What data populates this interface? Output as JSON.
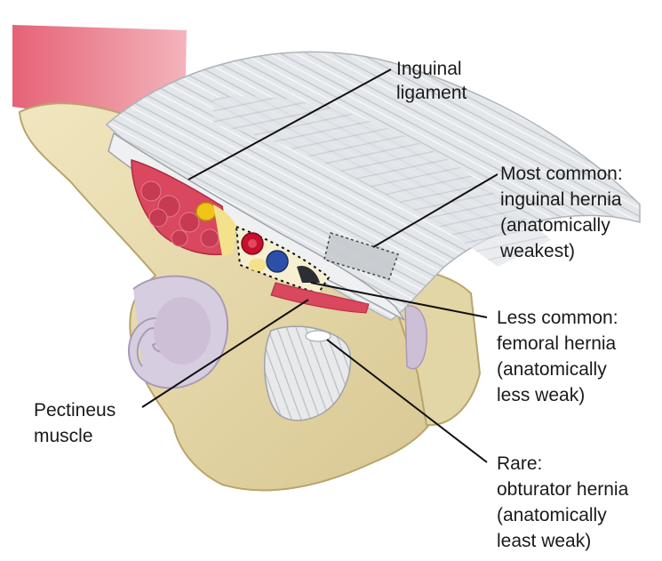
{
  "labels": {
    "inguinal_ligament": [
      "Inguinal",
      "ligament"
    ],
    "inguinal_hernia": [
      "Most common:",
      "inguinal hernia",
      "(anatomically",
      "weakest)"
    ],
    "femoral_hernia": [
      "Less common:",
      "femoral hernia",
      "(anatomically",
      "less weak)"
    ],
    "pectineus": [
      "Pectineus",
      "muscle"
    ],
    "obturator_hernia": [
      "Rare:",
      "obturator hernia",
      "(anatomically",
      "least weak)"
    ]
  },
  "colors": {
    "bone": "#e9dcb0",
    "bone_shadow": "#c9b97f",
    "muscle": "#d9485e",
    "ligament": "#dfe3e6",
    "obturator_membrane": "#d3c9dc",
    "artery": "#c8102e",
    "vein": "#2d4fa8",
    "nerve": "#f0c419",
    "weak_spot": "#9aa0a4"
  }
}
